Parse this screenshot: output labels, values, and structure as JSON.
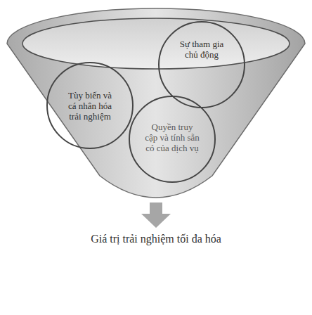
{
  "diagram": {
    "nodes": [
      {
        "text": [
          "Tùy biến và cá nhân hóa trải nghiệm"
        ]
      },
      {
        "text": [
          "Sự tham gia chủ động"
        ]
      },
      {
        "text": [
          "Quyền truy cập và tính sẵn có của dịch vụ"
        ]
      }
    ],
    "labels": [
      "Giá trị trải nghiệm tối đa hóa"
    ]
  }
}
